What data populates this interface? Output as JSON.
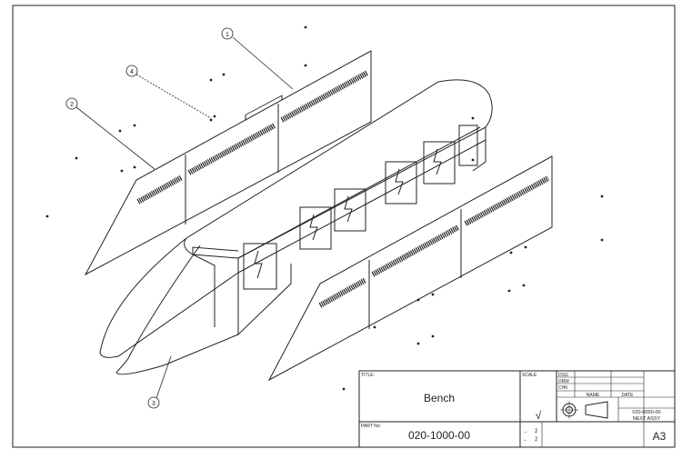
{
  "balloons": [
    {
      "number": "1"
    },
    {
      "number": "2"
    },
    {
      "number": "3"
    },
    {
      "number": "4"
    }
  ],
  "title_block": {
    "title_label": "TITLE:",
    "title": "Bench",
    "scale_label": "SCALE",
    "part_no_label": "PART No:",
    "part_no": "020-1000-00",
    "approvals": [
      "DSG",
      "DRW",
      "CHK"
    ],
    "name_col": "NAME",
    "date_col": "DATE",
    "next_assy_number": "020-0000-00",
    "next_assy_label": "NEXT ASSY",
    "sheet_size": "A3",
    "sheet_rows": [
      {
        "arrow": "→",
        "value": "2"
      },
      {
        "arrow": "←",
        "value": "2"
      }
    ],
    "surface_symbol": "√"
  },
  "colors": {
    "line": "#222222",
    "background": "#ffffff"
  }
}
